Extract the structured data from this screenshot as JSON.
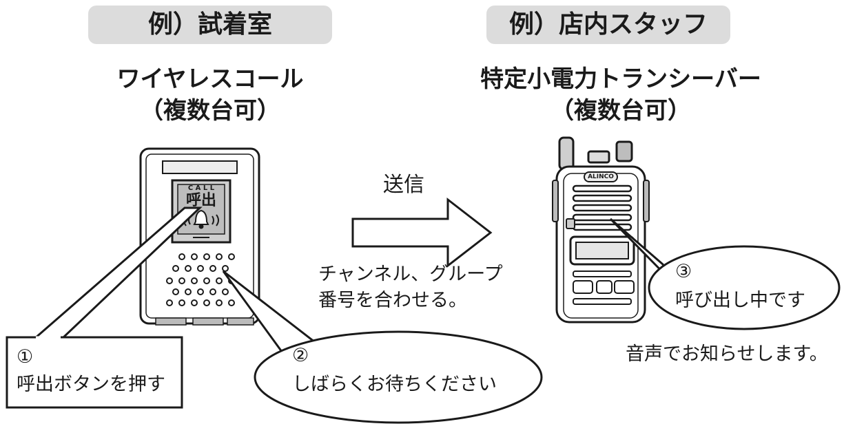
{
  "left": {
    "example_label": "例）試着室",
    "device_name": "ワイヤレスコール",
    "device_sub": "（複数台可）",
    "button_top": "C A L L",
    "button_main": "呼出",
    "step1_num": "①",
    "step1_text": "呼出ボタンを押す",
    "step2_num": "②",
    "step2_text": "しばらくお待ちください"
  },
  "right": {
    "example_label": "例）店内スタッフ",
    "device_name": "特定小電力トランシーバー",
    "device_sub": "（複数台可）",
    "brand": "ALINCO",
    "step3_num": "③",
    "step3_text": "呼び出し中です",
    "voice_note": "音声でお知らせします。"
  },
  "middle": {
    "send_label": "送信",
    "channel_note_1": "チャンネル、グループ",
    "channel_note_2": "番号を合わせる。"
  }
}
